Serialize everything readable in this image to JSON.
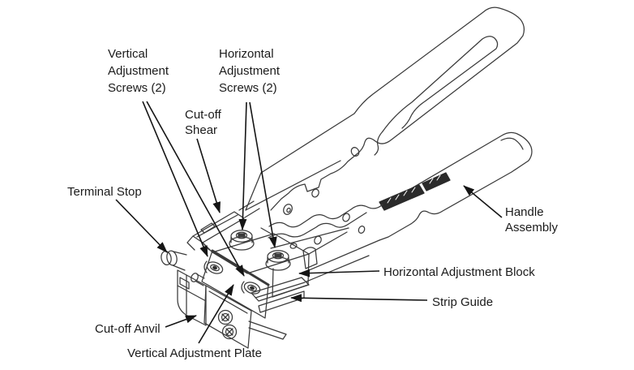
{
  "diagram": {
    "background": "#ffffff",
    "line_color": "#3a3a3a",
    "text_color": "#1b1b1b",
    "labels": {
      "vertical_adjustment_screws": "Vertical\nAdjustment\nScrews (2)",
      "horizontal_adjustment_screws": "Horizontal\nAdjustment\nScrews (2)",
      "cut_off_shear": "Cut-off\nShear",
      "terminal_stop": "Terminal Stop",
      "handle_assembly": "Handle\nAssembly",
      "horizontal_adjustment_block": "Horizontal Adjustment Block",
      "strip_guide": "Strip Guide",
      "cut_off_anvil": "Cut-off Anvil",
      "vertical_adjustment_plate": "Vertical Adjustment Plate"
    }
  }
}
